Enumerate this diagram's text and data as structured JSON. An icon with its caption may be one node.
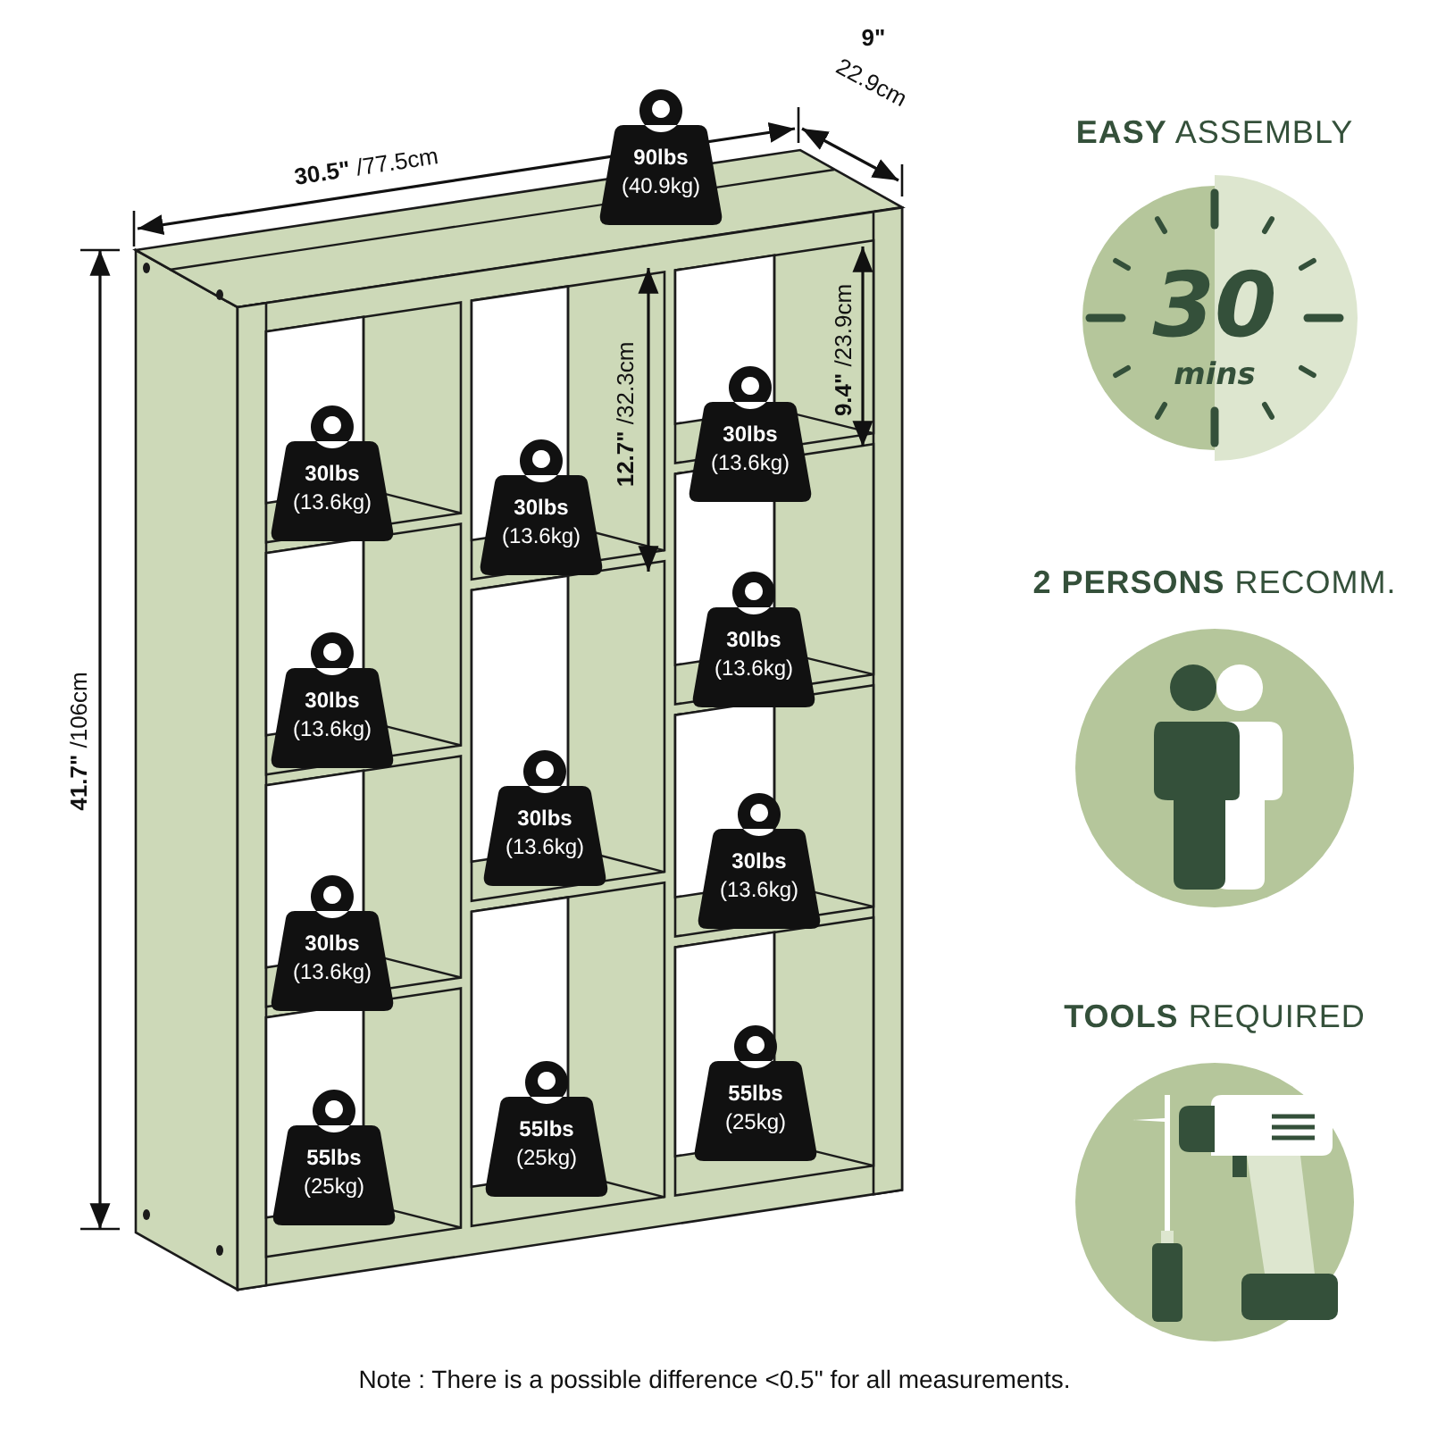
{
  "diagram": {
    "nodes": [
      {
        "text": [
          "90lbs",
          "(40.9kg)"
        ]
      },
      {
        "text": [
          "30lbs",
          "(13.6kg)"
        ]
      },
      {
        "text": [
          "30lbs",
          "(13.6kg)"
        ]
      },
      {
        "text": [
          "30lbs",
          "(13.6kg)"
        ]
      },
      {
        "text": [
          "30lbs",
          "(13.6kg)"
        ]
      },
      {
        "text": [
          "30lbs",
          "(13.6kg)"
        ]
      },
      {
        "text": [
          "30lbs",
          "(13.6kg)"
        ]
      },
      {
        "text": [
          "30lbs",
          "(13.6kg)"
        ]
      },
      {
        "text": [
          "30lbs",
          "(13.6kg)"
        ]
      },
      {
        "text": [
          "55lbs",
          "(25kg)"
        ]
      },
      {
        "text": [
          "55lbs",
          "(25kg)"
        ]
      },
      {
        "text": [
          "55lbs",
          "(25kg)"
        ]
      },
      {
        "text": [
          "**EASY** ASSEMBLY",
          "30",
          "mins"
        ]
      },
      {
        "text": [
          "**2 PERSONS** RECOMM."
        ]
      },
      {
        "text": [
          "**TOOLS** REQUIRED"
        ]
      }
    ],
    "labels": [
      "**30.5\"** /77.5cm",
      "**9\"**",
      "22.9cm",
      "**41.7\"** /106cm",
      "**12.7\"** /32.3cm",
      "**9.4\"** /23.9cm",
      "Note : There is a possible difference <0.5\" for all measurements."
    ]
  }
}
